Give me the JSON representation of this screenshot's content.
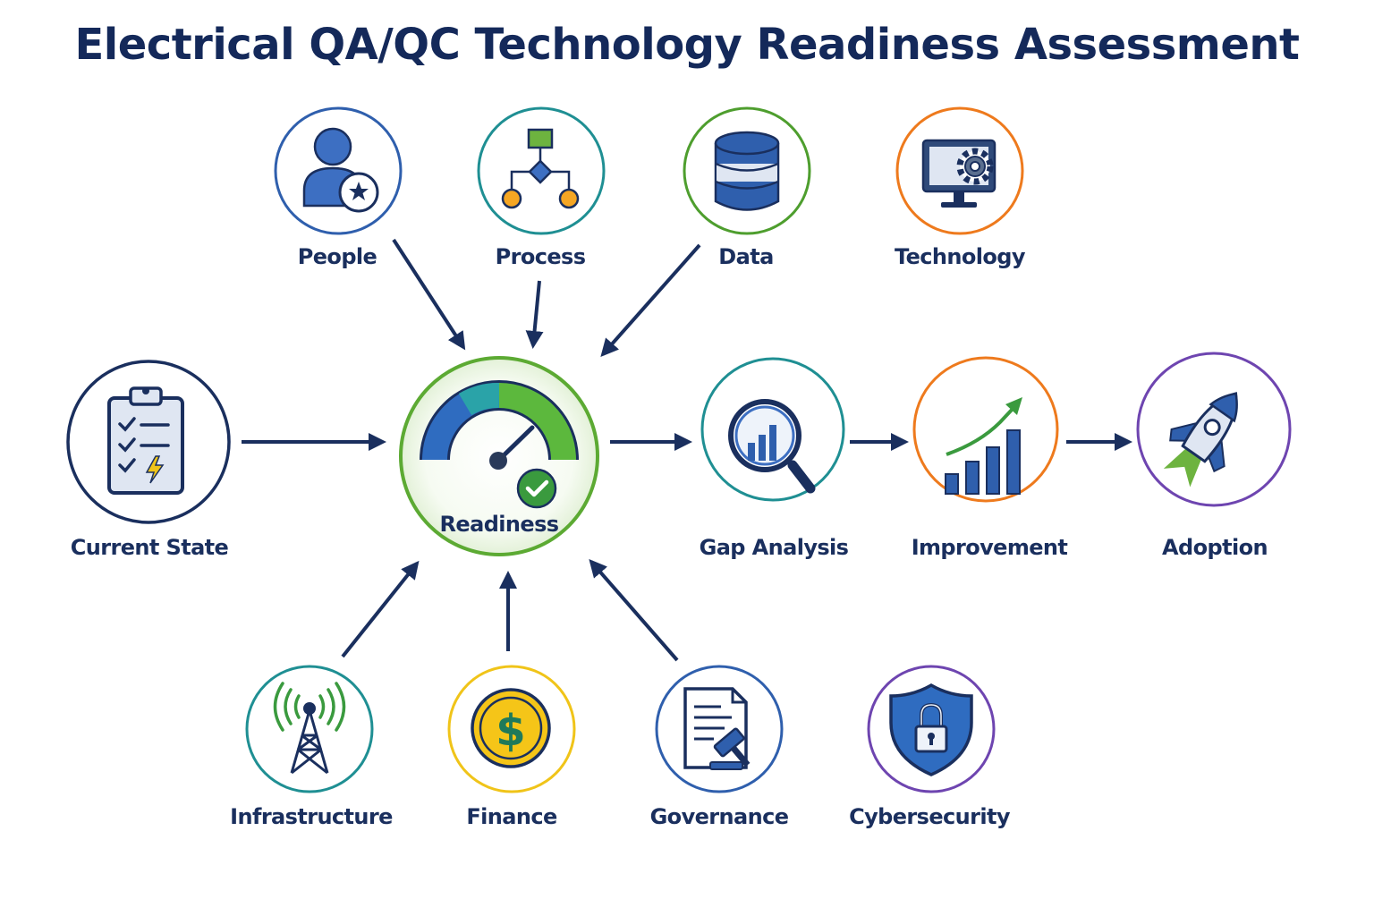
{
  "title": "Electrical QA/QC Technology Readiness Assessment",
  "colors": {
    "navy": "#1a2f5e",
    "blue": "#2f5fad",
    "green": "#4e9e2e",
    "teal": "#1f8f93",
    "orange": "#ee7a1d",
    "purple": "#6e45b0",
    "yellow": "#f0c419"
  },
  "nodes": {
    "people": {
      "label": "People",
      "icon": "person-star-icon"
    },
    "process": {
      "label": "Process",
      "icon": "flowchart-icon"
    },
    "data": {
      "label": "Data",
      "icon": "database-icon"
    },
    "technology": {
      "label": "Technology",
      "icon": "monitor-gear-icon"
    },
    "current_state": {
      "label": "Current State",
      "icon": "clipboard-checklist-icon"
    },
    "readiness": {
      "label": "Readiness",
      "icon": "gauge-check-icon"
    },
    "gap_analysis": {
      "label": "Gap Analysis",
      "icon": "magnifier-chart-icon"
    },
    "improvement": {
      "label": "Improvement",
      "icon": "growth-chart-icon"
    },
    "adoption": {
      "label": "Adoption",
      "icon": "rocket-icon"
    },
    "infrastructure": {
      "label": "Infrastructure",
      "icon": "radio-tower-icon"
    },
    "finance": {
      "label": "Finance",
      "icon": "dollar-coin-icon"
    },
    "governance": {
      "label": "Governance",
      "icon": "document-gavel-icon"
    },
    "cybersecurity": {
      "label": "Cybersecurity",
      "icon": "shield-lock-icon"
    }
  }
}
